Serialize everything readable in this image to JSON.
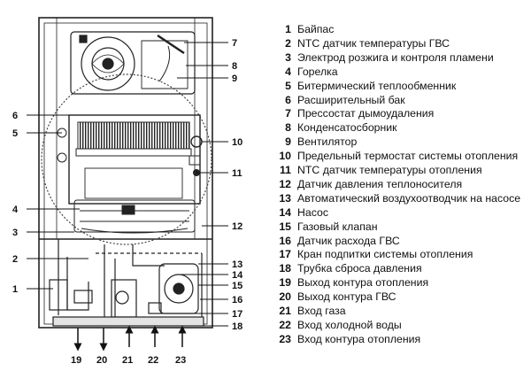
{
  "callouts": {
    "c1": "1",
    "c2": "2",
    "c3": "3",
    "c4": "4",
    "c5": "5",
    "c6": "6",
    "c7": "7",
    "c8": "8",
    "c9": "9",
    "c10": "10",
    "c11": "11",
    "c12": "12",
    "c13": "13",
    "c14": "14",
    "c15": "15",
    "c16": "16",
    "c17": "17",
    "c18": "18",
    "c19": "19",
    "c20": "20",
    "c21": "21",
    "c22": "22",
    "c23": "23"
  },
  "legend": [
    {
      "num": "1",
      "text": "Байпас"
    },
    {
      "num": "2",
      "text": "NTC датчик температуры ГВС"
    },
    {
      "num": "3",
      "text": "Электрод розжига и контроля пламени"
    },
    {
      "num": "4",
      "text": "Горелка"
    },
    {
      "num": "5",
      "text": "Битермический теплообменник"
    },
    {
      "num": "6",
      "text": "Расширительный бак"
    },
    {
      "num": "7",
      "text": "Прессостат дымоудаления"
    },
    {
      "num": "8",
      "text": "Конденсатосборник"
    },
    {
      "num": "9",
      "text": "Вентилятор"
    },
    {
      "num": "10",
      "text": "Предельный термостат системы отопления"
    },
    {
      "num": "11",
      "text": "NTC датчик температуры отопления"
    },
    {
      "num": "12",
      "text": "Датчик давления теплоносителя"
    },
    {
      "num": "13",
      "text": "Автоматический воздухоотводчик на насосе"
    },
    {
      "num": "14",
      "text": "Насос"
    },
    {
      "num": "15",
      "text": "Газовый клапан"
    },
    {
      "num": "16",
      "text": "Датчик расхода ГВС"
    },
    {
      "num": "17",
      "text": "Кран подпитки системы отопления"
    },
    {
      "num": "18",
      "text": "Трубка сброса давления"
    },
    {
      "num": "19",
      "text": "Выход контура отопления"
    },
    {
      "num": "20",
      "text": "Выход контура ГВС"
    },
    {
      "num": "21",
      "text": "Вход газа"
    },
    {
      "num": "22",
      "text": "Вход холодной воды"
    },
    {
      "num": "23",
      "text": "Вход контура отопления"
    }
  ]
}
